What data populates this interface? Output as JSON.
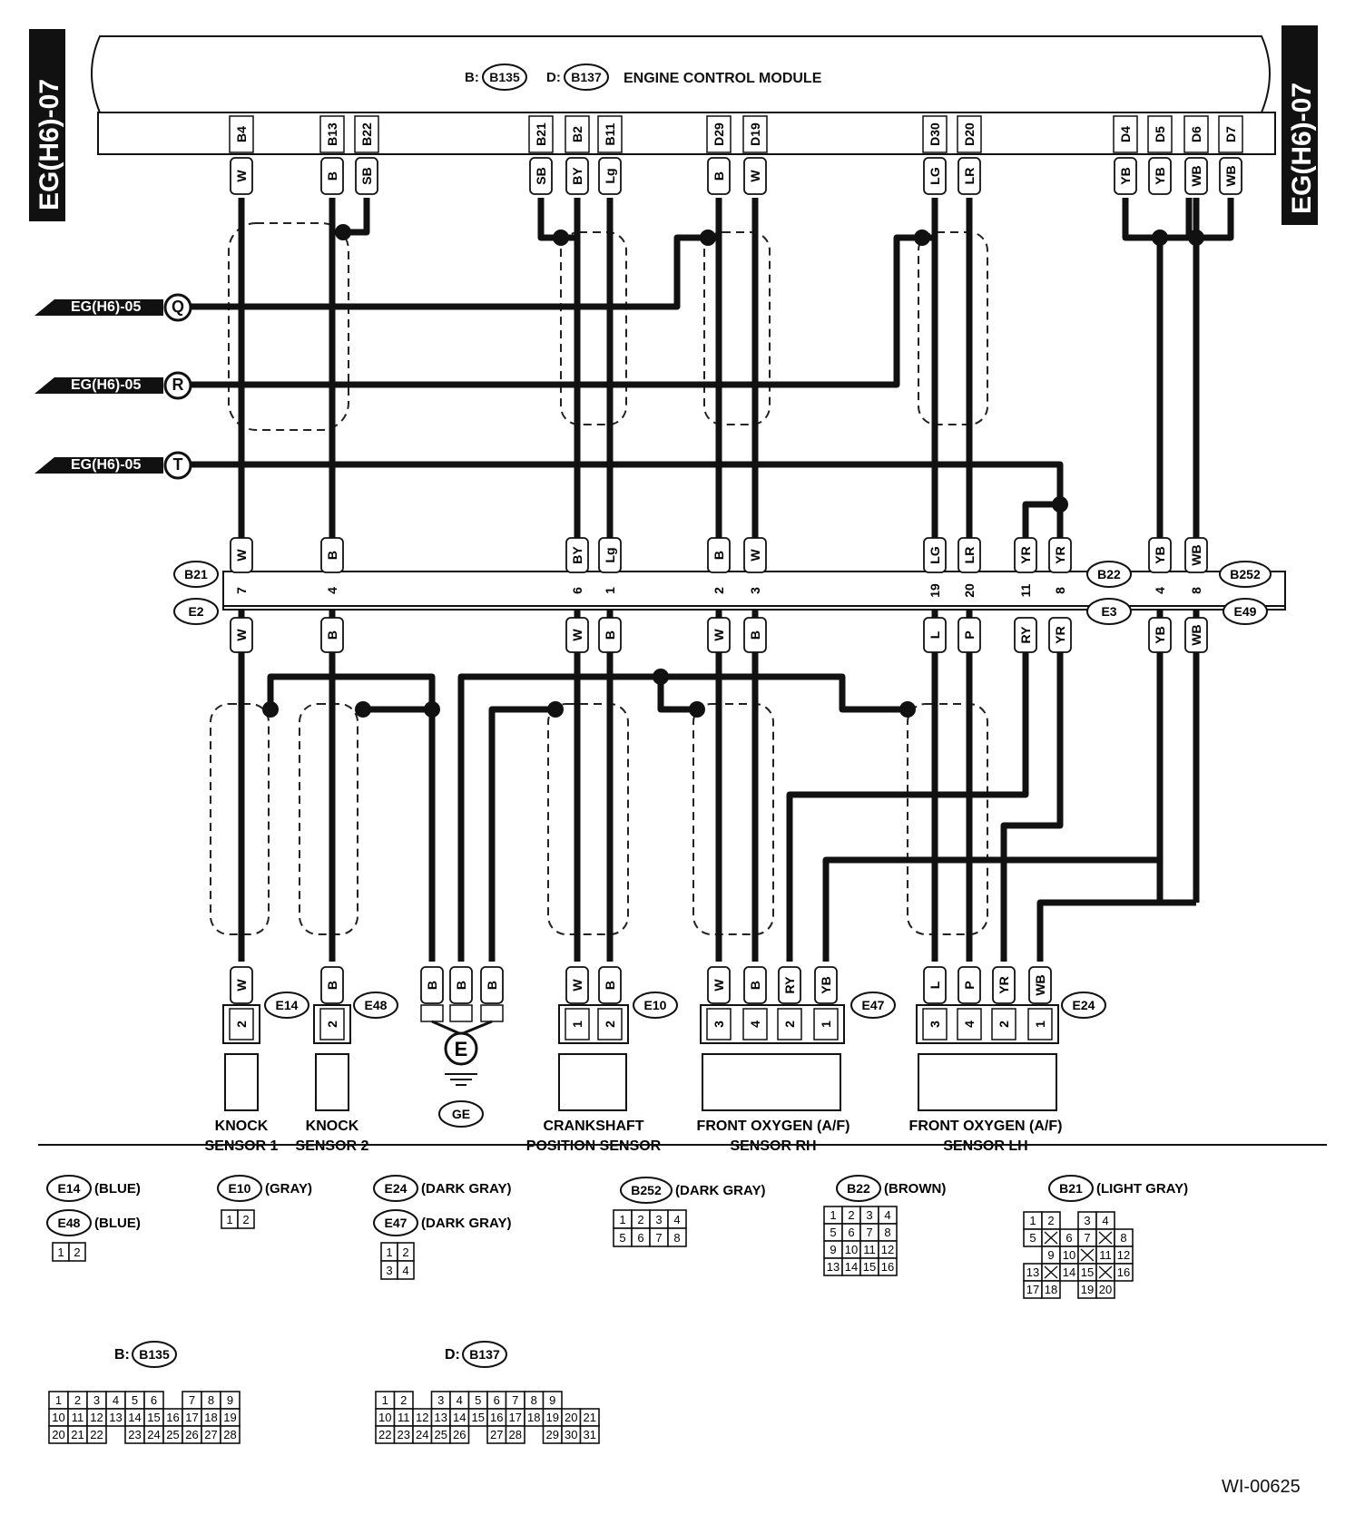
{
  "side_tag": "EG(H6)-07",
  "ecm": {
    "title": "ENGINE CONTROL MODULE",
    "conn_b_prefix": "B:",
    "conn_b": "B135",
    "conn_d_prefix": "D:",
    "conn_d": "B137"
  },
  "ecm_pins": [
    {
      "pin": "B4",
      "color": "W"
    },
    {
      "pin": "B13",
      "color": "B"
    },
    {
      "pin": "B22",
      "color": "SB"
    },
    {
      "pin": "B21",
      "color": "SB"
    },
    {
      "pin": "B2",
      "color": "BY"
    },
    {
      "pin": "B11",
      "color": "Lg"
    },
    {
      "pin": "D29",
      "color": "B"
    },
    {
      "pin": "D19",
      "color": "W"
    },
    {
      "pin": "D30",
      "color": "LG"
    },
    {
      "pin": "D20",
      "color": "LR"
    },
    {
      "pin": "D4",
      "color": "YB"
    },
    {
      "pin": "D5",
      "color": "YB"
    },
    {
      "pin": "D6",
      "color": "WB"
    },
    {
      "pin": "D7",
      "color": "WB"
    }
  ],
  "offpage": [
    {
      "ref": "EG(H6)-05",
      "letter": "Q"
    },
    {
      "ref": "EG(H6)-05",
      "letter": "R"
    },
    {
      "ref": "EG(H6)-05",
      "letter": "T"
    }
  ],
  "junction": {
    "upper_connectors": [
      "B21",
      "B22",
      "B252"
    ],
    "lower_connectors": [
      "E2",
      "E3",
      "E49"
    ],
    "upper_colors": [
      "W",
      "B",
      "BY",
      "Lg",
      "B",
      "W",
      "LG",
      "LR",
      "YR",
      "YR",
      "YB",
      "WB"
    ],
    "pins": [
      "7",
      "4",
      "6",
      "1",
      "2",
      "3",
      "19",
      "20",
      "11",
      "8",
      "4",
      "8"
    ],
    "lower_colors": [
      "W",
      "B",
      "W",
      "B",
      "W",
      "B",
      "L",
      "P",
      "RY",
      "YR",
      "YB",
      "WB"
    ]
  },
  "components": [
    {
      "conn": "E14",
      "name_line1": "KNOCK",
      "name_line2": "SENSOR 1",
      "wires": [
        "W"
      ],
      "pins": [
        "2"
      ]
    },
    {
      "conn": "E48",
      "name_line1": "KNOCK",
      "name_line2": "SENSOR 2",
      "wires": [
        "B"
      ],
      "pins": [
        "2"
      ]
    },
    {
      "conn": "GE",
      "ground": "E",
      "wires": [
        "B",
        "B",
        "B"
      ]
    },
    {
      "conn": "E10",
      "name_line1": "CRANKSHAFT",
      "name_line2": "POSITION SENSOR",
      "wires": [
        "W",
        "B"
      ],
      "pins": [
        "1",
        "2"
      ]
    },
    {
      "conn": "E47",
      "name_line1": "FRONT OXYGEN (A/F)",
      "name_line2": "SENSOR RH",
      "wires": [
        "W",
        "B",
        "RY",
        "YB"
      ],
      "pins": [
        "3",
        "4",
        "2",
        "1"
      ]
    },
    {
      "conn": "E24",
      "name_line1": "FRONT OXYGEN (A/F)",
      "name_line2": "SENSOR LH",
      "wires": [
        "L",
        "P",
        "YR",
        "WB"
      ],
      "pins": [
        "3",
        "4",
        "2",
        "1"
      ]
    }
  ],
  "legend": [
    {
      "conn": "E14",
      "color": "(BLUE)"
    },
    {
      "conn": "E48",
      "color": "(BLUE)"
    },
    {
      "conn": "E10",
      "color": "(GRAY)"
    },
    {
      "conn": "E24",
      "color": "(DARK GRAY)"
    },
    {
      "conn": "E47",
      "color": "(DARK GRAY)"
    },
    {
      "conn": "B252",
      "color": "(DARK GRAY)"
    },
    {
      "conn": "B22",
      "color": "(BROWN)"
    },
    {
      "conn": "B21",
      "color": "(LIGHT GRAY)"
    }
  ],
  "legend_b135_prefix": "B:",
  "legend_b137_prefix": "D:",
  "figure_id": "WI-00625"
}
